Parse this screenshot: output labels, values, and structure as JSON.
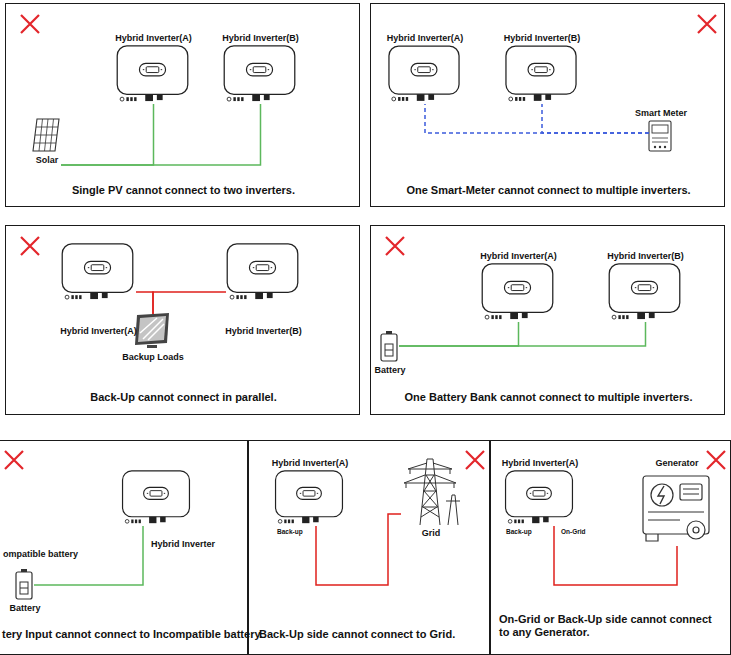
{
  "diagram": {
    "nodes": [
      {
        "text": [
          "Single PV cannot connect to two inverters."
        ]
      },
      {
        "text": [
          "Hybrid Inverter(A)"
        ],
        "in": 0
      },
      {
        "text": [
          "Hybrid Inverter(B)"
        ],
        "in": 0
      },
      {
        "text": [
          "Solar"
        ],
        "in": 0
      },
      {
        "text": [
          "One Smart-Meter cannot connect to multiple inverters."
        ]
      },
      {
        "text": [
          "Hybrid Inverter(A)"
        ],
        "in": 4
      },
      {
        "text": [
          "Hybrid Inverter(B)"
        ],
        "in": 4
      },
      {
        "text": [
          "Smart Meter"
        ],
        "in": 4
      },
      {
        "text": [
          "Back-Up cannot connect in parallel."
        ]
      },
      {
        "text": [
          "Hybrid Inverter(A)"
        ],
        "in": 8
      },
      {
        "text": [
          "Hybrid Inverter(B)"
        ],
        "in": 8
      },
      {
        "text": [
          "Backup Loads"
        ],
        "in": 8
      },
      {
        "text": [
          "One Battery Bank cannot connect to multiple inverters."
        ]
      },
      {
        "text": [
          "Hybrid Inverter(A)"
        ],
        "in": 12
      },
      {
        "text": [
          "Hybrid Inverter(B)"
        ],
        "in": 12
      },
      {
        "text": [
          "Battery"
        ],
        "in": 12
      },
      {
        "text": [
          "tery Input cannot connect to Incompatible battery."
        ]
      },
      {
        "text": [
          "ompatible battery",
          "Battery"
        ],
        "in": 16
      },
      {
        "text": [
          "Hybrid Inverter"
        ],
        "in": 16
      },
      {
        "text": [
          "Back-Up side cannot connect to Grid."
        ]
      },
      {
        "text": [
          "Hybrid Inverter(A)"
        ],
        "in": 19
      },
      {
        "text": [
          "Grid"
        ],
        "in": 19
      },
      {
        "text": [
          "On-Grid or Back-Up side cannot connect to any Generator."
        ]
      },
      {
        "text": [
          "Hybrid Inverter(A)"
        ],
        "in": 22
      },
      {
        "text": [
          "Generator"
        ],
        "in": 22
      }
    ],
    "edges": [
      {
        "from": 3,
        "to": 1,
        "arrow": "none"
      },
      {
        "from": 3,
        "to": 2,
        "arrow": "none"
      },
      {
        "from": 7,
        "to": 5,
        "arrow": "none"
      },
      {
        "from": 7,
        "to": 6,
        "arrow": "none"
      },
      {
        "from": 9,
        "to": 11,
        "arrow": "none"
      },
      {
        "from": 10,
        "to": 11,
        "arrow": "none"
      },
      {
        "from": 15,
        "to": 13,
        "arrow": "none"
      },
      {
        "from": 15,
        "to": 14,
        "arrow": "none"
      },
      {
        "from": 17,
        "to": 18,
        "arrow": "none"
      },
      {
        "from": 20,
        "to": 21,
        "arrow": "none"
      },
      {
        "from": 23,
        "to": 24,
        "arrow": "none"
      }
    ],
    "labels": [
      "Back-up",
      "Back-up",
      "On-Grid"
    ]
  }
}
